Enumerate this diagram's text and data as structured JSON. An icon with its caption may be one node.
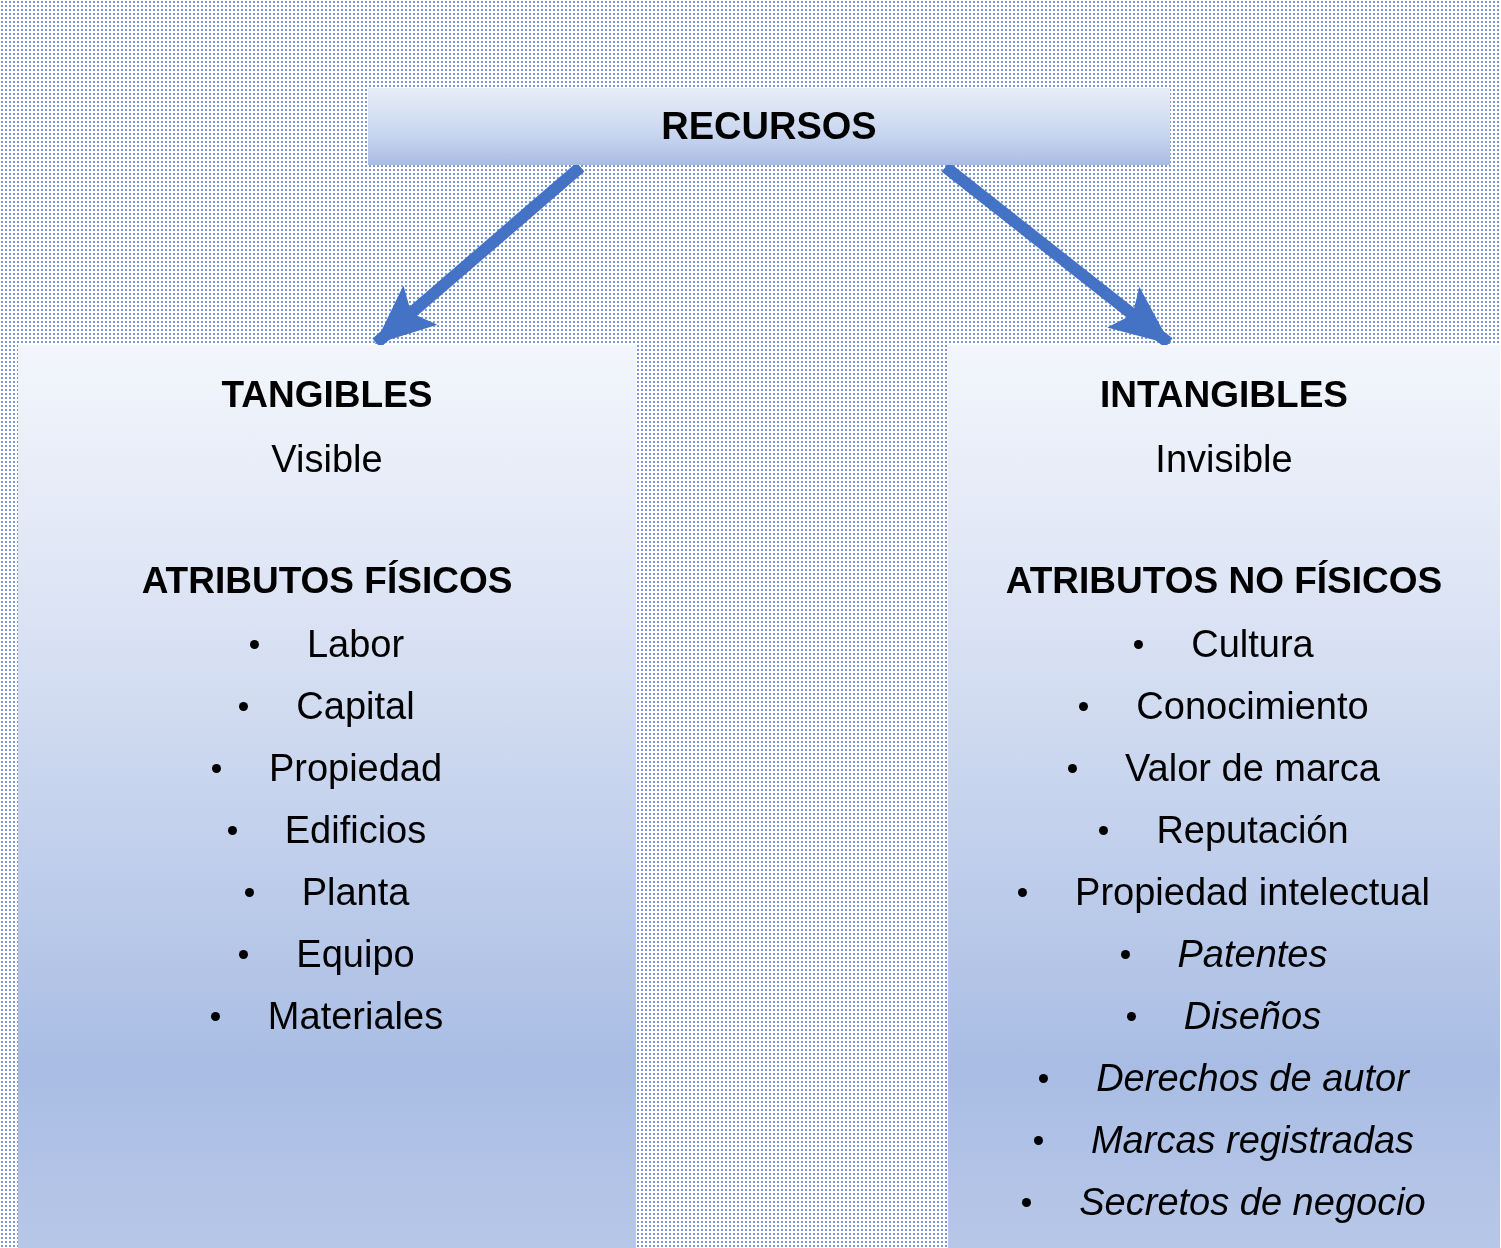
{
  "diagram": {
    "nodes": [
      {
        "text": [
          "RECURSOS"
        ]
      },
      {
        "text": [
          "TANGIBLES",
          "Visible",
          "ATRIBUTOS FÍSICOS",
          "Labor",
          "Capital",
          "Propiedad",
          "Edificios",
          "Planta",
          "Equipo",
          "Materiales"
        ]
      },
      {
        "text": [
          "INTANGIBLES",
          "Invisible",
          "ATRIBUTOS NO FÍSICOS",
          "Cultura",
          "Conocimiento",
          "Valor de marca",
          "Reputación",
          "Propiedad intelectual",
          "*Patentes*",
          "*Diseños*",
          "*Derechos de autor*",
          "*Marcas registradas*",
          "*Secretos de negocio*"
        ]
      }
    ],
    "edges": [
      {
        "from": 0,
        "to": 1,
        "arrow": "to"
      },
      {
        "from": 0,
        "to": 2,
        "arrow": "to"
      }
    ]
  }
}
